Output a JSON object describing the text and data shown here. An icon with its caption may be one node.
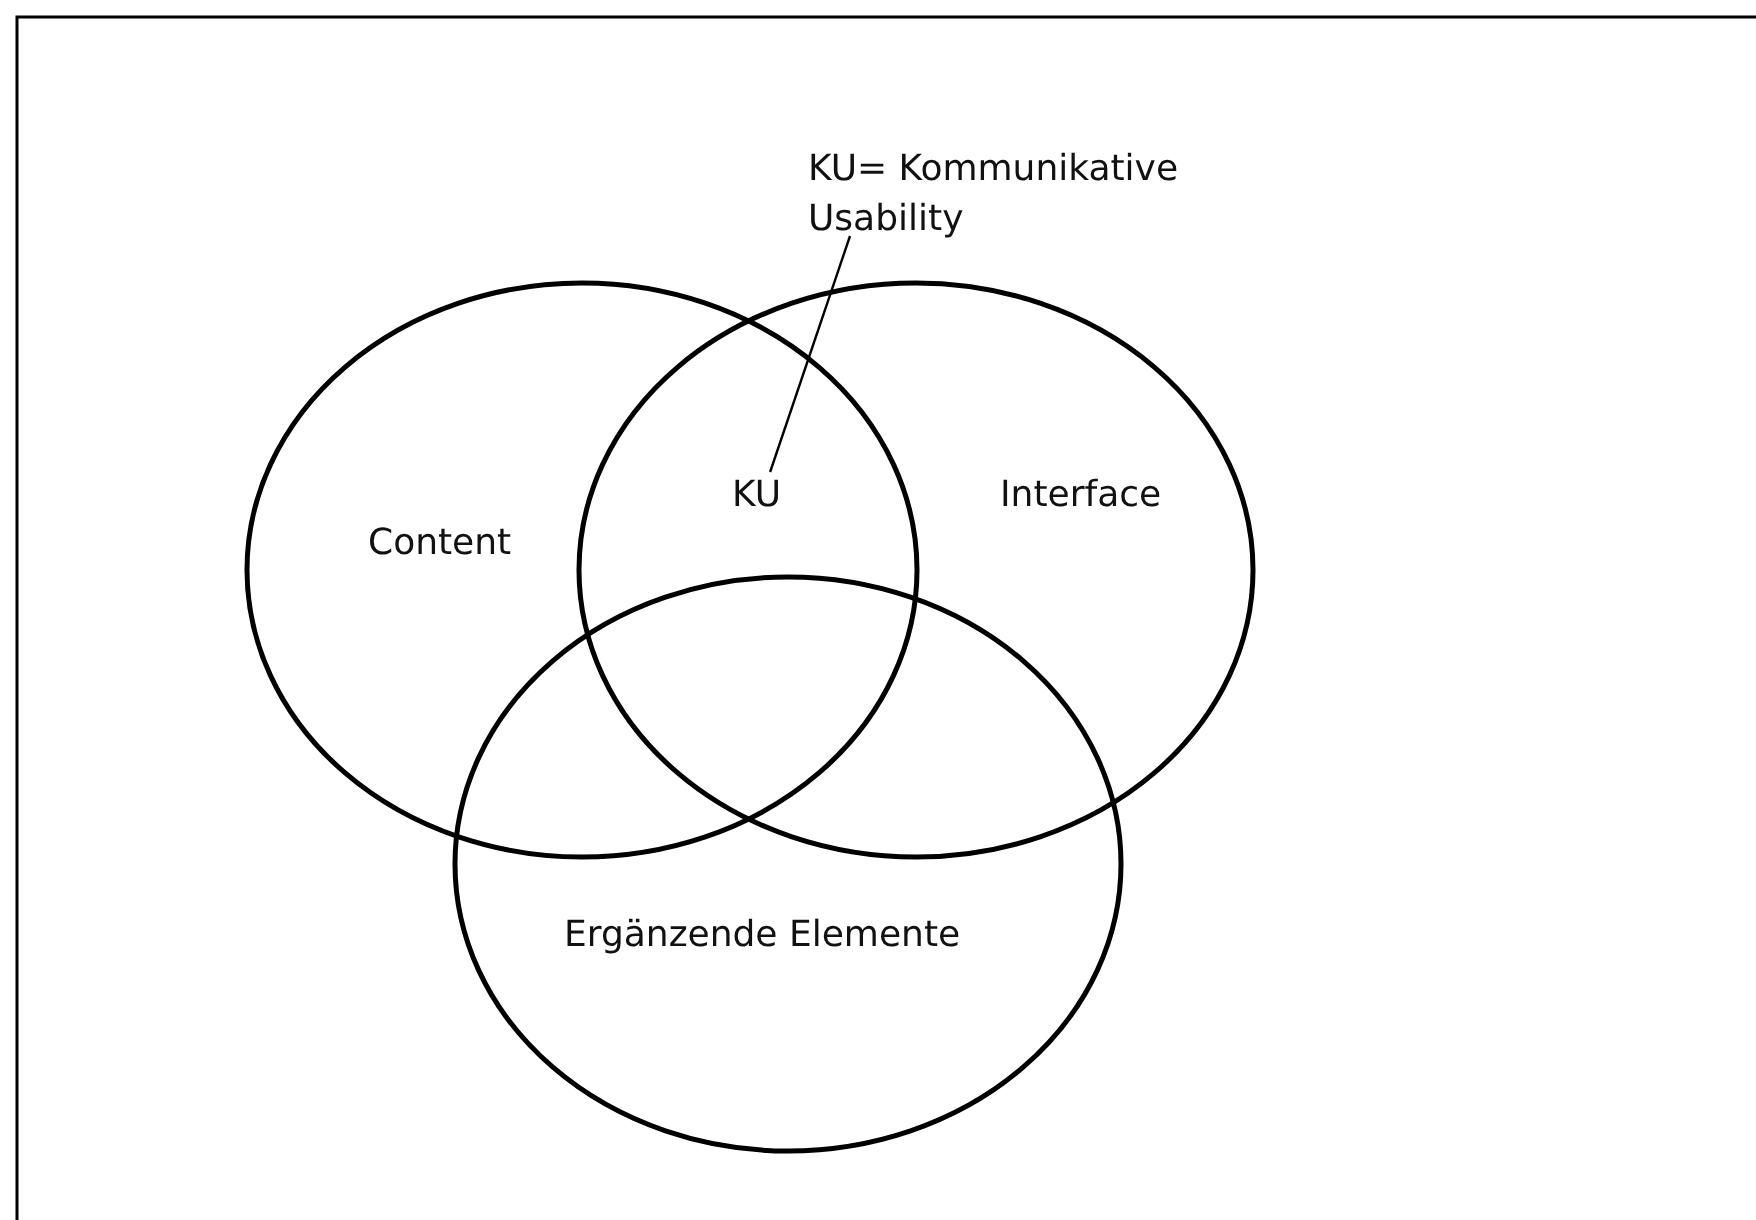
{
  "diagram": {
    "nodes": [
      {
        "text": [
          "Content"
        ]
      },
      {
        "text": [
          "Interface"
        ]
      },
      {
        "text": [
          "Ergänzende Elemente"
        ]
      },
      {
        "text": [
          "KU= Kommunikative Usability"
        ]
      },
      {
        "text": [
          "KU"
        ]
      }
    ],
    "edges": [
      {
        "from": 3,
        "to": 4,
        "arrow": "none"
      }
    ]
  }
}
